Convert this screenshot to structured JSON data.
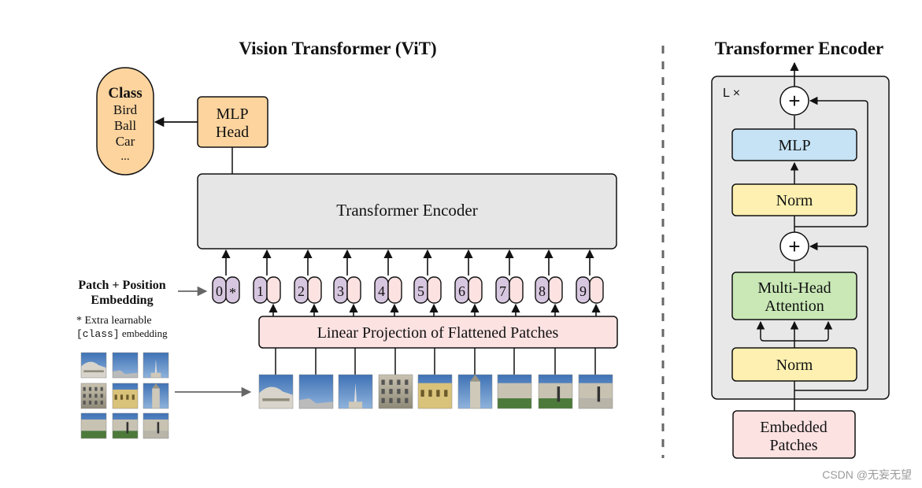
{
  "vit": {
    "title": "Vision Transformer (ViT)",
    "class_box": {
      "title": "Class",
      "items": [
        "Bird",
        "Ball",
        "Car",
        "..."
      ]
    },
    "mlp_head": {
      "line1": "MLP",
      "line2": "Head"
    },
    "encoder_label": "Transformer Encoder",
    "embedding_label": {
      "line1": "Patch + Position",
      "line2": "Embedding"
    },
    "extra_note": {
      "line1": "* Extra learnable",
      "code": "[class]",
      "suffix": " embedding"
    },
    "linear_projection": "Linear Projection of Flattened Patches",
    "class_token": {
      "index": "0",
      "mark": "*"
    },
    "patch_indices": [
      "1",
      "2",
      "3",
      "4",
      "5",
      "6",
      "7",
      "8",
      "9"
    ]
  },
  "encoder_detail": {
    "title": "Transformer Encoder",
    "repeat_label": "L ×",
    "mlp": "MLP",
    "norm_top": "Norm",
    "plus": "+",
    "mha": {
      "line1": "Multi-Head",
      "line2": "Attention"
    },
    "norm_bottom": "Norm",
    "embedded_patches": {
      "line1": "Embedded",
      "line2": "Patches"
    }
  },
  "watermark": "CSDN @无妄无望",
  "colors": {
    "class_fill": "#fdd49e",
    "mlp_head_fill": "#fdd49e",
    "encoder_fill": "#e6e6e6",
    "pos_fill": "#d7c6df",
    "patch_fill": "#fde2e2",
    "linear_fill": "#fde2e2",
    "mlp_fill": "#c6e3f5",
    "norm_fill": "#fdf0b0",
    "mha_fill": "#c9e8b6",
    "embedded_fill": "#fde2e2",
    "panel_fill": "#e8e8e8"
  }
}
